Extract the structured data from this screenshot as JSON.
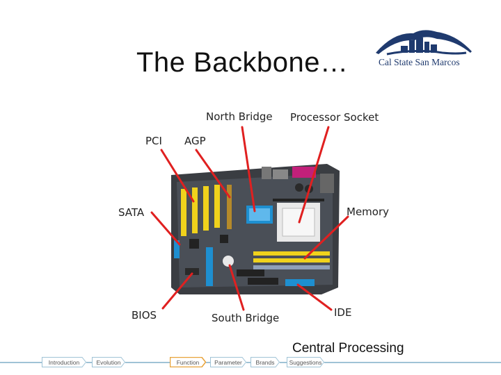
{
  "slide": {
    "title": "The Backbone…",
    "subtitle": "Central Processing"
  },
  "logo": {
    "text": "Cal State San Marcos",
    "color": "#1f3a6e"
  },
  "labels": {
    "north_bridge": "North Bridge",
    "processor_socket": "Processor Socket",
    "pci": "PCI",
    "agp": "AGP",
    "sata": "SATA",
    "memory": "Memory",
    "bios": "BIOS",
    "south_bridge": "South Bridge",
    "ide": "IDE"
  },
  "nav": {
    "items": [
      "Introduction",
      "Evolution",
      "Function",
      "Parameter",
      "Brands",
      "Suggestions"
    ],
    "active": "Function",
    "active_color": "#e8a33a",
    "line_color": "#9fc3d6"
  },
  "colors": {
    "arrow": "#e02020",
    "pci_slots": "#f0d21c",
    "chipset": "#1e8fd0"
  }
}
